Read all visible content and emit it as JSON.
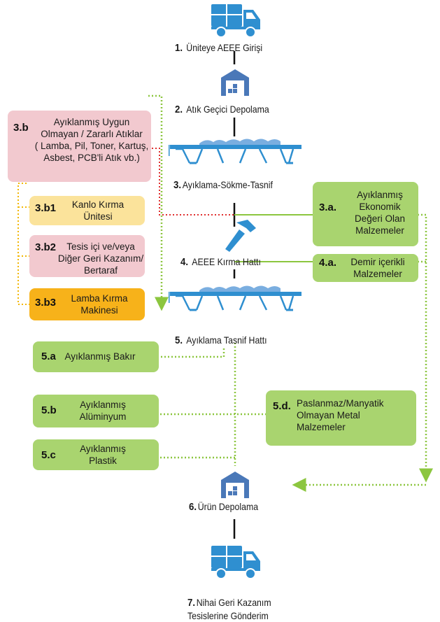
{
  "colors": {
    "icon_blue": "#2f8fd0",
    "green_box": "#a9d46f",
    "pink_box": "#f2c9cf",
    "yellow_box": "#fbe39b",
    "orange_box": "#f7b21a",
    "green_dotted": "#8cc63f",
    "red_dotted": "#e03030",
    "yellow_dotted": "#f2b705",
    "connector": "#111111"
  },
  "icons": [
    "truck-icon",
    "warehouse-icon",
    "conveyor-icon",
    "hammer-icon"
  ],
  "steps": [
    {
      "num": "1.",
      "label": "Üniteye AEEE Girişi"
    },
    {
      "num": "2.",
      "label": "Atık Geçici Depolama"
    },
    {
      "num": "3.",
      "label": "Ayıklama-Sökme-Tasnif"
    },
    {
      "num": "4.",
      "label": "AEEE Kırma Hattı"
    },
    {
      "num": "5.",
      "label": "Ayıklama Tasnif Hattı"
    },
    {
      "num": "6.",
      "label": "Ürün Depolama"
    },
    {
      "num": "7.",
      "label": "Nihai Geri Kazanım\nTesislerine Gönderim"
    }
  ],
  "boxes": {
    "b3b": {
      "code": "3.b",
      "text": "Ayıklanmış Uygun\nOlmayan / Zararlı Atıklar\n( Lamba, Pil, Toner, Kartuş,\nAsbest, PCB'li Atık vb.)"
    },
    "b3b1": {
      "code": "3.b1",
      "text": "Kanlo Kırma\nÜnitesi"
    },
    "b3b2": {
      "code": "3.b2",
      "text": "Tesis içi ve/veya\nDiğer Geri Kazanım/\nBertaraf"
    },
    "b3b3": {
      "code": "3.b3",
      "text": "Lamba Kırma\nMakinesi"
    },
    "b3a": {
      "code": "3.a.",
      "text": "Ayıklanmış\nEkonomik\nDeğeri Olan\nMalzemeler"
    },
    "b4a": {
      "code": "4.a.",
      "text": "Demir içerikli\nMalzemeler"
    },
    "b5a": {
      "code": "5.a",
      "text": "Ayıklanmış Bakır"
    },
    "b5b": {
      "code": "5.b",
      "text": "Ayıklanmış\nAlüminyum"
    },
    "b5c": {
      "code": "5.c",
      "text": "Ayıklanmış\nPlastik"
    },
    "b5d": {
      "code": "5.d.",
      "text": "Paslanmaz/Manyatik\nOlmayan Metal\nMalzemeler"
    }
  }
}
